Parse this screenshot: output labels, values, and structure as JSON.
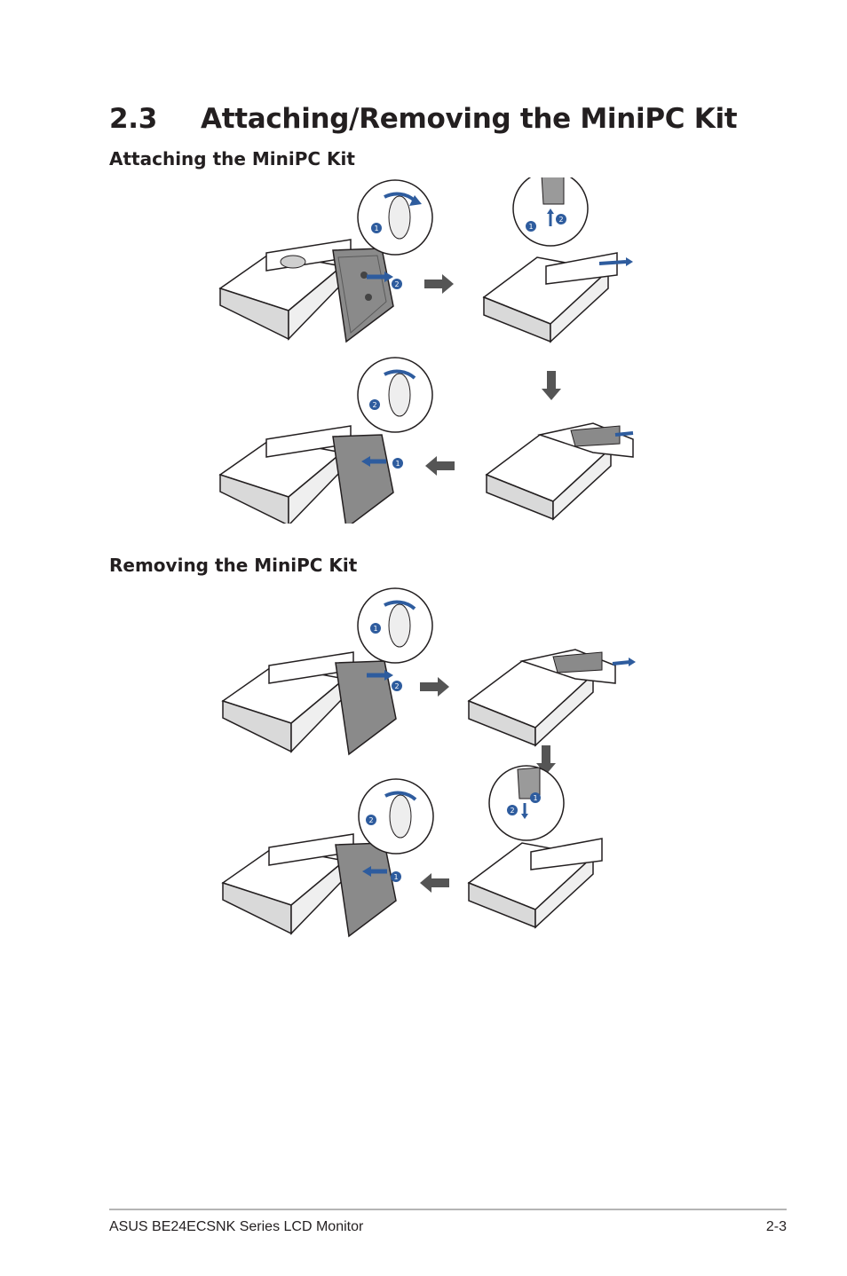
{
  "section": {
    "number": "2.3",
    "title": "Attaching/Removing the MiniPC Kit"
  },
  "attaching": {
    "heading": "Attaching the MiniPC Kit",
    "steps": [
      {
        "view": "stand-with-lever-callout",
        "callout_badges": [
          "1"
        ],
        "arrow_badge": "2",
        "next_arrow": "right"
      },
      {
        "view": "stand-with-kit-callout",
        "callout_badges": [
          "1",
          "2"
        ],
        "next_arrow": "down"
      },
      {
        "view": "stand-with-kit-mounted",
        "next_arrow": "left"
      },
      {
        "view": "stand-with-lever-callout",
        "callout_badges": [
          "2"
        ],
        "arrow_badge": "1"
      }
    ]
  },
  "removing": {
    "heading": "Removing the MiniPC Kit",
    "steps": [
      {
        "view": "stand-with-lever-callout",
        "callout_badges": [
          "1"
        ],
        "arrow_badge": "2",
        "next_arrow": "right"
      },
      {
        "view": "stand-with-kit-mounted",
        "next_arrow": "down"
      },
      {
        "view": "stand-with-kit-callout",
        "callout_badges": [
          "1",
          "2"
        ],
        "next_arrow": "left"
      },
      {
        "view": "stand-with-lever-callout",
        "callout_badges": [
          "2"
        ],
        "arrow_badge": "1"
      }
    ]
  },
  "colors": {
    "accent": "#2e5c9e",
    "line": "#231f20",
    "arrow": "#555555",
    "rule": "#b5b5b5"
  },
  "footer": {
    "left": "ASUS BE24ECSNK Series LCD Monitor",
    "right": "2-3"
  }
}
